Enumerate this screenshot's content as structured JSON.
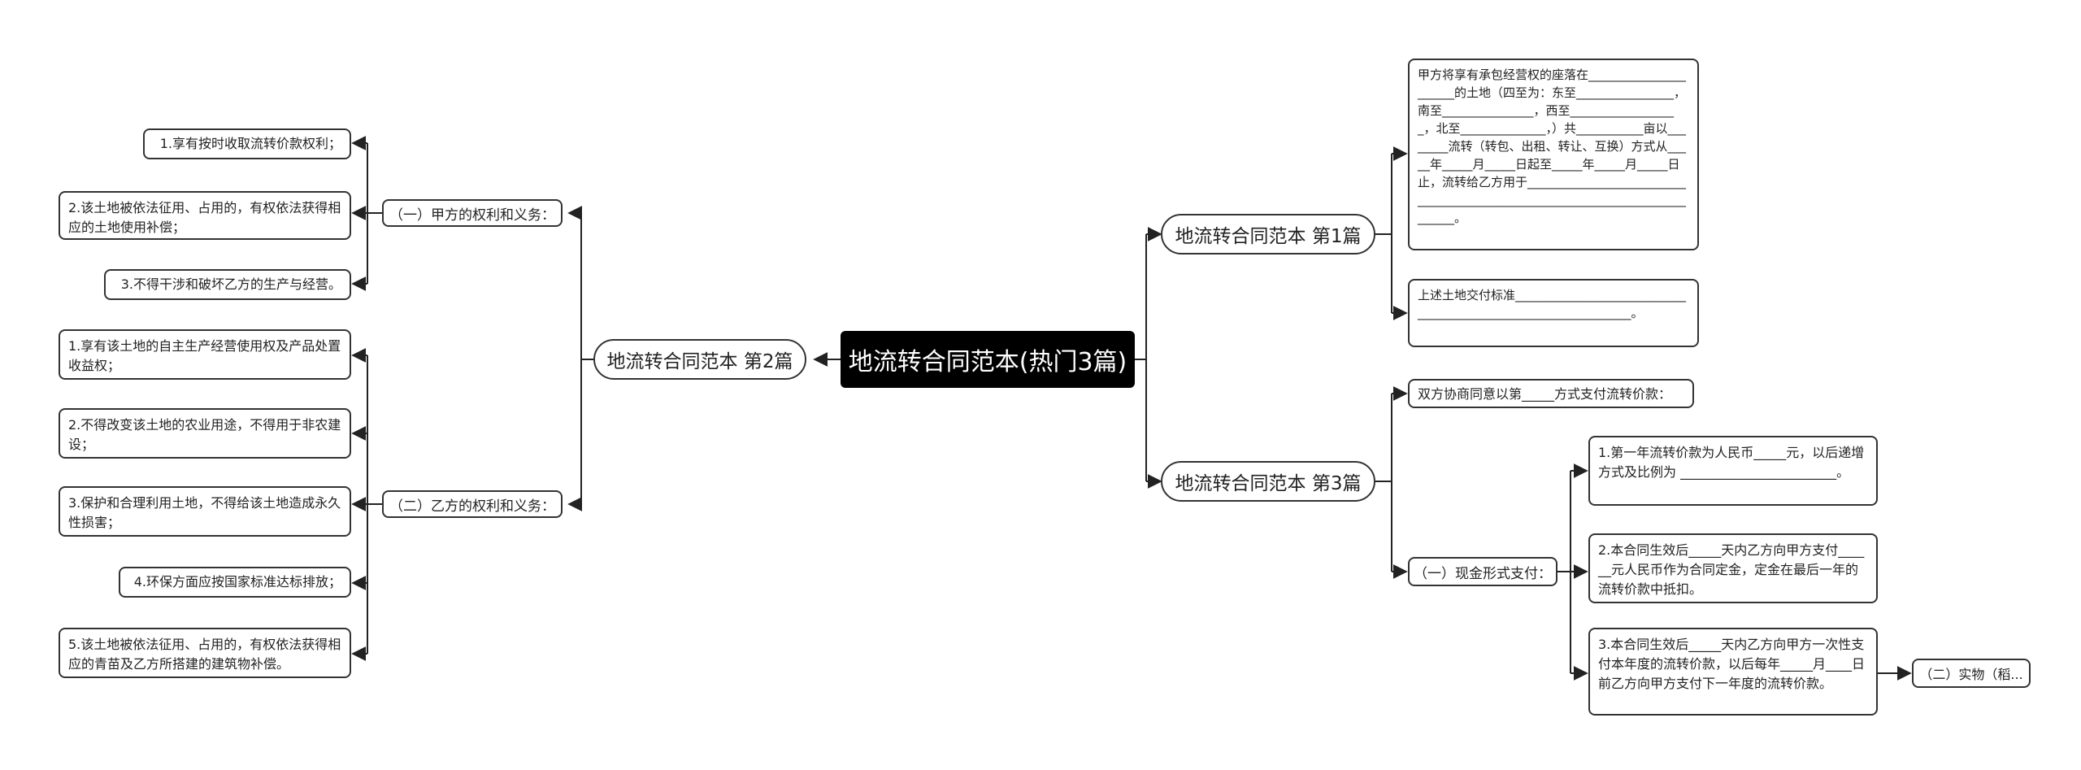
{
  "root": {
    "title": "地流转合同范本(热门3篇)"
  },
  "sections": {
    "p1": {
      "label": "地流转合同范本 第1篇",
      "items": [
        "甲方将享有承包经营权的座落在______________________的土地（四至为：东至________________，南至_______________，西至__________________，北至______________，）共___________亩以________流转（转包、出租、转让、互换）方式从_____年_____月_____日起至_____年_____月_____日止，流转给乙方用于____________________________________________________________________________。",
        "上述土地交付标准_______________________________________________________________。"
      ]
    },
    "p2": {
      "label": "地流转合同范本 第2篇",
      "groups": [
        {
          "label": "（一）甲方的权利和义务：",
          "items": [
            "1.享有按时收取流转价款权利；",
            "2.该土地被依法征用、占用的，有权依法获得相应的土地使用补偿；",
            "3.不得干涉和破坏乙方的生产与经营。"
          ]
        },
        {
          "label": "（二）乙方的权利和义务：",
          "items": [
            "1.享有该土地的自主生产经营使用权及产品处置收益权；",
            "2.不得改变该土地的农业用途，不得用于非农建设；",
            "3.保护和合理利用土地，不得给该土地造成永久性损害；",
            "4.环保方面应按国家标准达标排放；",
            "5.该土地被依法征用、占用的，有权依法获得相应的青苗及乙方所搭建的建筑物补偿。"
          ]
        }
      ]
    },
    "p3": {
      "label": "地流转合同范本 第3篇",
      "intro": "双方协商同意以第_____方式支付流转价款：",
      "cash": {
        "label": "（一）现金形式支付：",
        "items": [
          "1.第一年流转价款为人民币_____元，以后递增方式及比例为 ________________________。",
          "2.本合同生效后_____天内乙方向甲方支付______元人民币作为合同定金，定金在最后一年的流转价款中抵扣。",
          "3.本合同生效后_____天内乙方向甲方一次性支付本年度的流转价款，以后每年_____月____日前乙方向甲方支付下一年度的流转价款。"
        ]
      },
      "kind": {
        "label": "（二）实物（稻..."
      }
    }
  }
}
